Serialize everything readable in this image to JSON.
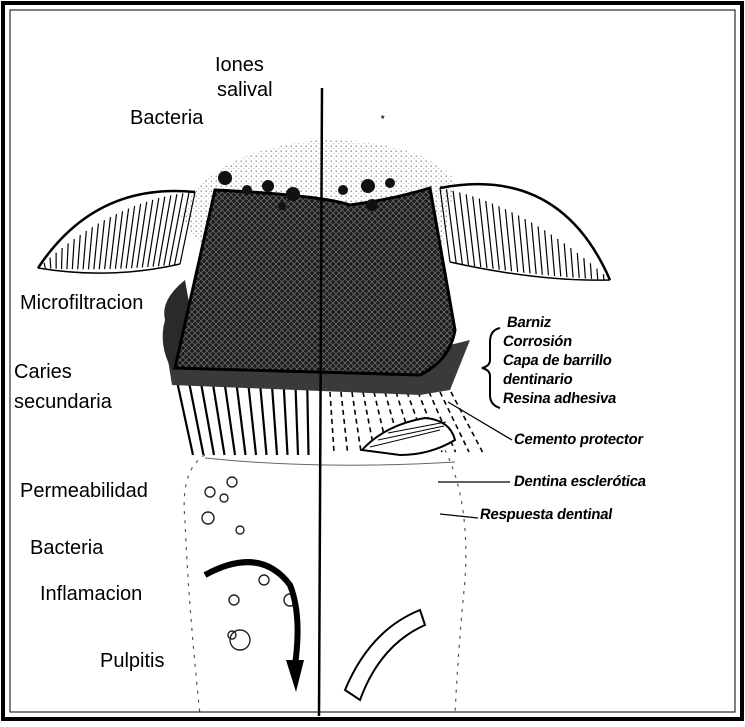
{
  "labels_left": {
    "iones_1": "Iones",
    "iones_2": "salival",
    "bacteria_top": "Bacteria",
    "microfiltracion": "Microfiltracion",
    "caries_1": "Caries",
    "caries_2": "secundaria",
    "permeabilidad": "Permeabilidad",
    "bacteria_bottom": "Bacteria",
    "inflamacion": "Inflamacion",
    "pulpitis": "Pulpitis"
  },
  "labels_right": {
    "barniz": "Barniz",
    "corrosion": "Corrosión",
    "capa_1": "Capa de barrillo",
    "capa_2": "dentinario",
    "resina": "Resina adhesiva",
    "cemento": "Cemento protector",
    "dentina": "Dentina esclerótica",
    "respuesta": "Respuesta dentinal"
  },
  "colors": {
    "ink": "#000000",
    "filling": "#1b1b1b",
    "paper": "#ffffff"
  }
}
